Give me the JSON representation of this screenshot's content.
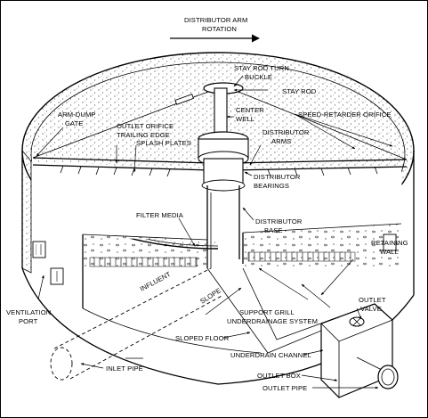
{
  "labels": {
    "distributor_arm_rotation_1": "DISTRIBUTOR ARM",
    "distributor_arm_rotation_2": "ROTATION",
    "stay_rod_turn_buckle_1": "STAY ROD TURN",
    "stay_rod_turn_buckle_2": "BUCKLE",
    "stay_rod": "STAY ROD",
    "center_well_1": "CENTER",
    "center_well_2": "WELL",
    "speed_retarder_orifice": "SPEED-RETARDER ORIFICE",
    "arm_dump_gate_1": "ARM-DUMP",
    "arm_dump_gate_2": "GATE",
    "outlet_orifice_1": "OUTLET ORIFICE",
    "outlet_orifice_2": "TRAILING EDGE",
    "splash_plates": "SPLASH PLATES",
    "distributor_arms_1": "DISTRIBUTOR",
    "distributor_arms_2": "ARMS",
    "distributor_bearings_1": "DISTRIBUTOR",
    "distributor_bearings_2": "BEARINGS",
    "distributor_base_1": "DISTRIBUTOR",
    "distributor_base_2": "BASE",
    "filter_media": "FILTER MEDIA",
    "retaining_wall_1": "RETAINING",
    "retaining_wall_2": "WALL",
    "influent": "INFLUENT",
    "slope": "SLOPE",
    "support_grill": "SUPPORT GRILL",
    "underdrainage_system": "UNDERDRAINAGE SYSTEM",
    "outlet_valve_1": "OUTLET",
    "outlet_valve_2": "VALVE",
    "ventilation_port_1": "VENTILATION",
    "ventilation_port_2": "PORT",
    "sloped_floor": "SLOPED FLOOR",
    "underdrain_channel": "UNDERDRAIN CHANNEL",
    "inlet_pipe": "INLET PIPE",
    "outlet_box": "OUTLET BOX",
    "outlet_pipe": "OUTLET PIPE"
  }
}
